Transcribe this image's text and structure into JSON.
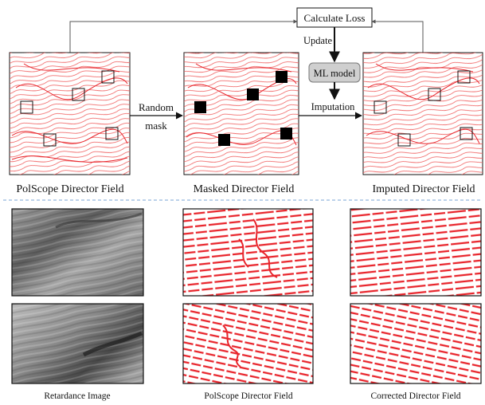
{
  "top_panel": {
    "calculate_loss": "Calculate Loss",
    "update": "Update",
    "ml_model": "ML model",
    "random": "Random",
    "mask": "mask",
    "imputation": "Imputation",
    "polscope_label": "PolScope Director Field",
    "masked_label": "Masked Director Field",
    "imputed_label": "Imputed Director Field"
  },
  "bottom_panel": {
    "retardance_label": "Retardance Image",
    "polscope_label": "PolScope Director Field",
    "corrected_label": "Corrected  Director Field"
  },
  "colors": {
    "field_line": "#e8242b",
    "field_light": "#f08a8a",
    "divider": "#7aa6d6",
    "ml_box_fill": "#cfcfcf"
  }
}
